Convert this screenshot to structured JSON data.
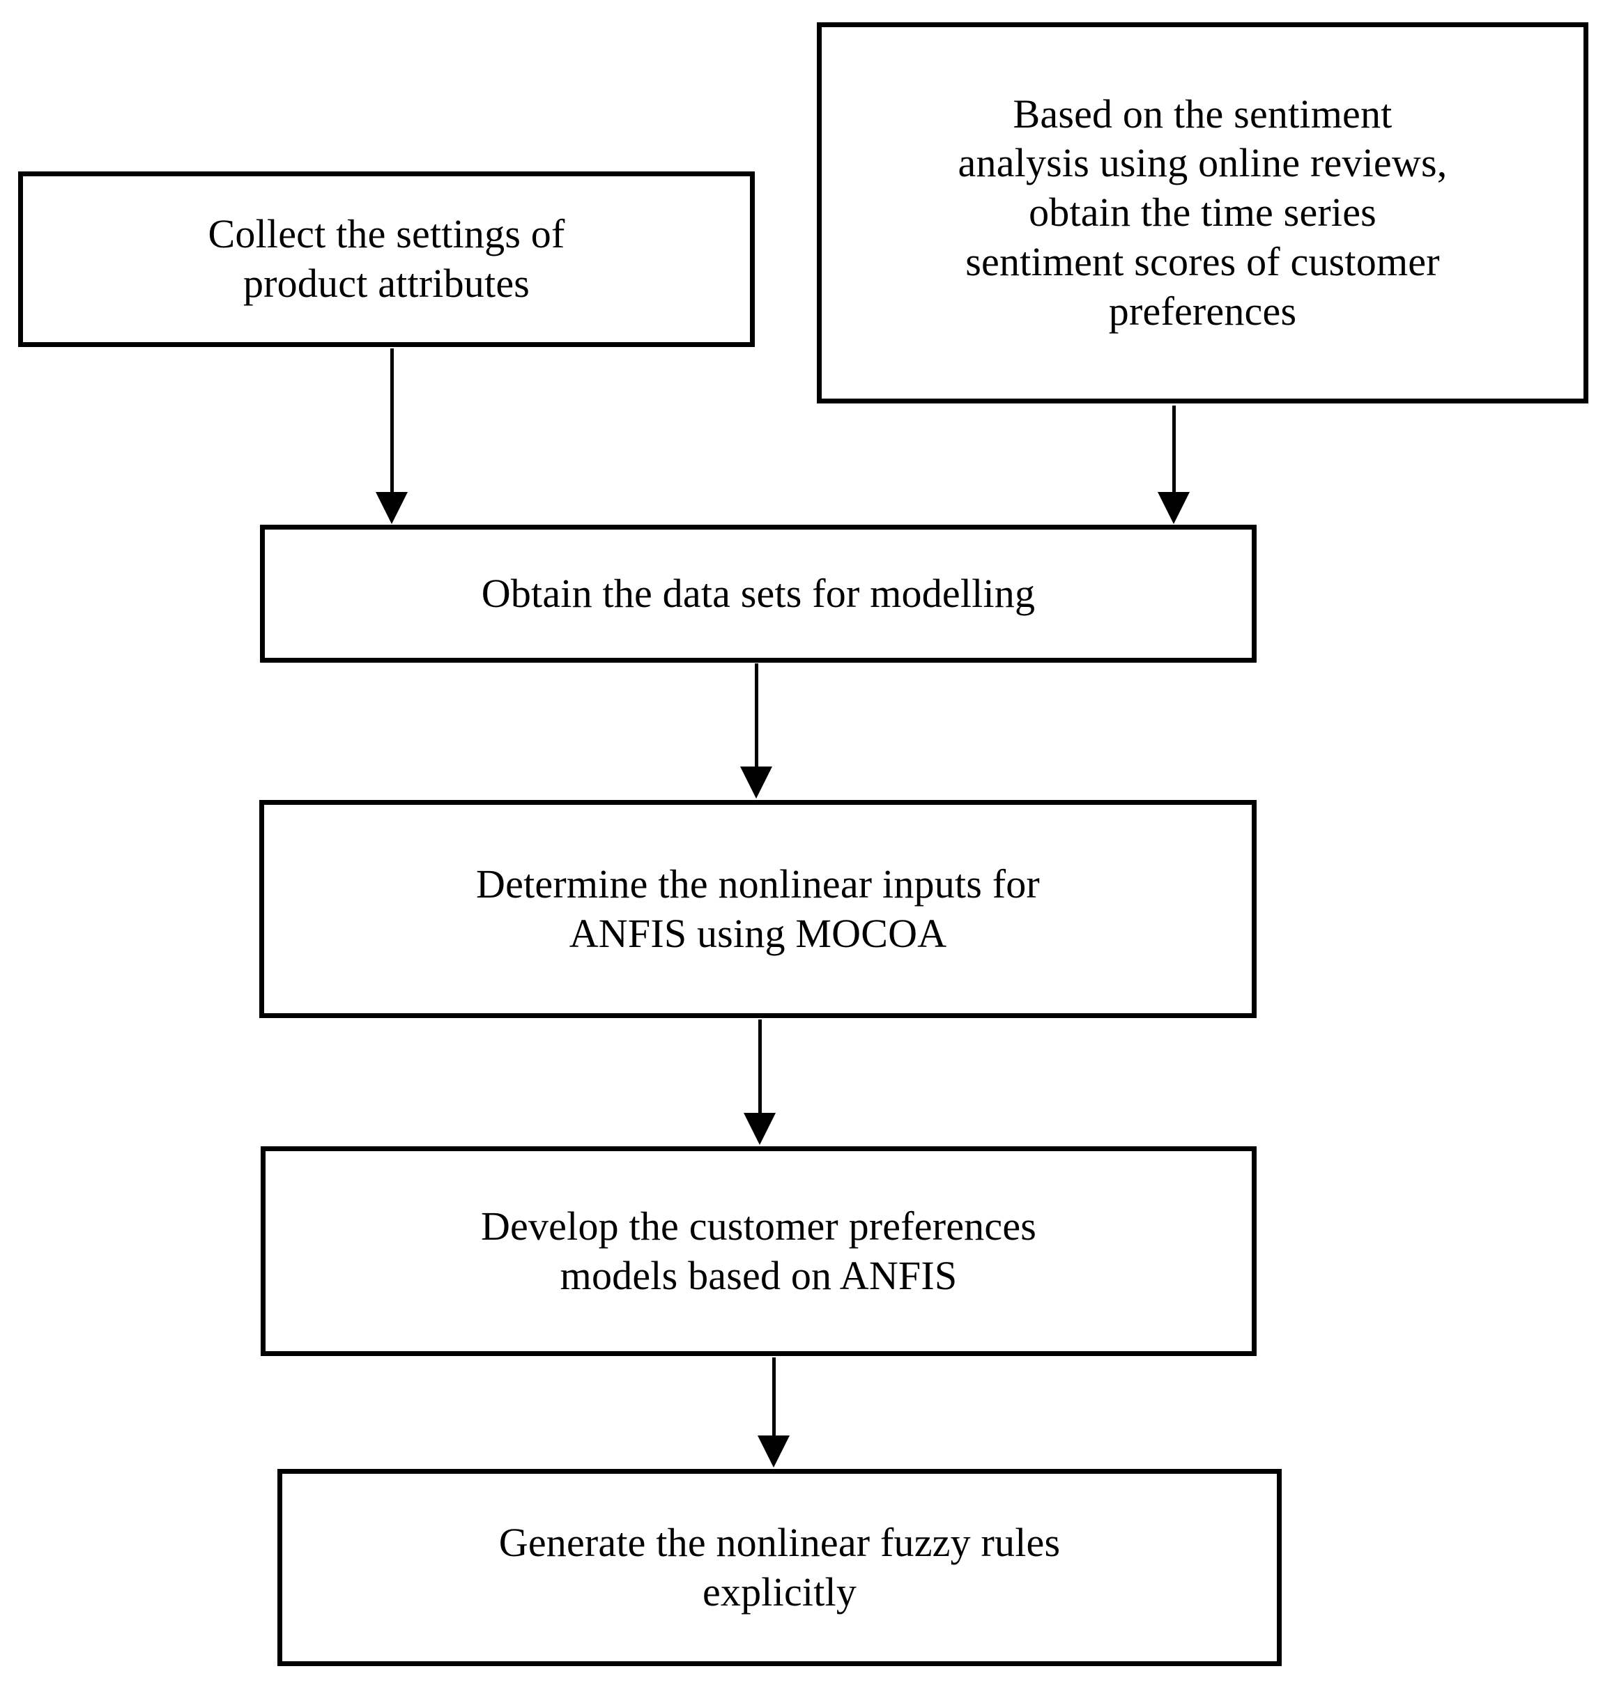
{
  "diagram": {
    "type": "flowchart",
    "orientation": "top-to-bottom",
    "background_color": "#ffffff",
    "line_color": "#000000",
    "text_color": "#000000",
    "nodes": [
      {
        "id": "collect-attributes",
        "label": "Collect the settings of\nproduct attributes",
        "shape": "rectangle"
      },
      {
        "id": "sentiment-scores",
        "label": "Based on the sentiment\nanalysis using online reviews,\nobtain the time series\nsentiment scores of customer\npreferences",
        "shape": "rectangle"
      },
      {
        "id": "obtain-datasets",
        "label": "Obtain the data sets for modelling",
        "shape": "rectangle"
      },
      {
        "id": "determine-inputs",
        "label": "Determine the nonlinear inputs for\nANFIS using MOCOA",
        "shape": "rectangle"
      },
      {
        "id": "develop-models",
        "label": "Develop the customer preferences\nmodels based on ANFIS",
        "shape": "rectangle"
      },
      {
        "id": "generate-rules",
        "label": "Generate the nonlinear fuzzy rules\nexplicitly",
        "shape": "rectangle"
      }
    ],
    "edges": [
      {
        "id": "collect-to-obtain",
        "from": "collect-attributes",
        "to": "obtain-datasets",
        "label": "",
        "arrowhead": "filled-triangle"
      },
      {
        "id": "sentiment-to-obtain",
        "from": "sentiment-scores",
        "to": "obtain-datasets",
        "label": "",
        "arrowhead": "filled-triangle"
      },
      {
        "id": "obtain-to-determine",
        "from": "obtain-datasets",
        "to": "determine-inputs",
        "label": "",
        "arrowhead": "filled-triangle"
      },
      {
        "id": "determine-to-develop",
        "from": "determine-inputs",
        "to": "develop-models",
        "label": "",
        "arrowhead": "filled-triangle"
      },
      {
        "id": "develop-to-generate",
        "from": "develop-models",
        "to": "generate-rules",
        "label": "",
        "arrowhead": "filled-triangle"
      }
    ]
  }
}
